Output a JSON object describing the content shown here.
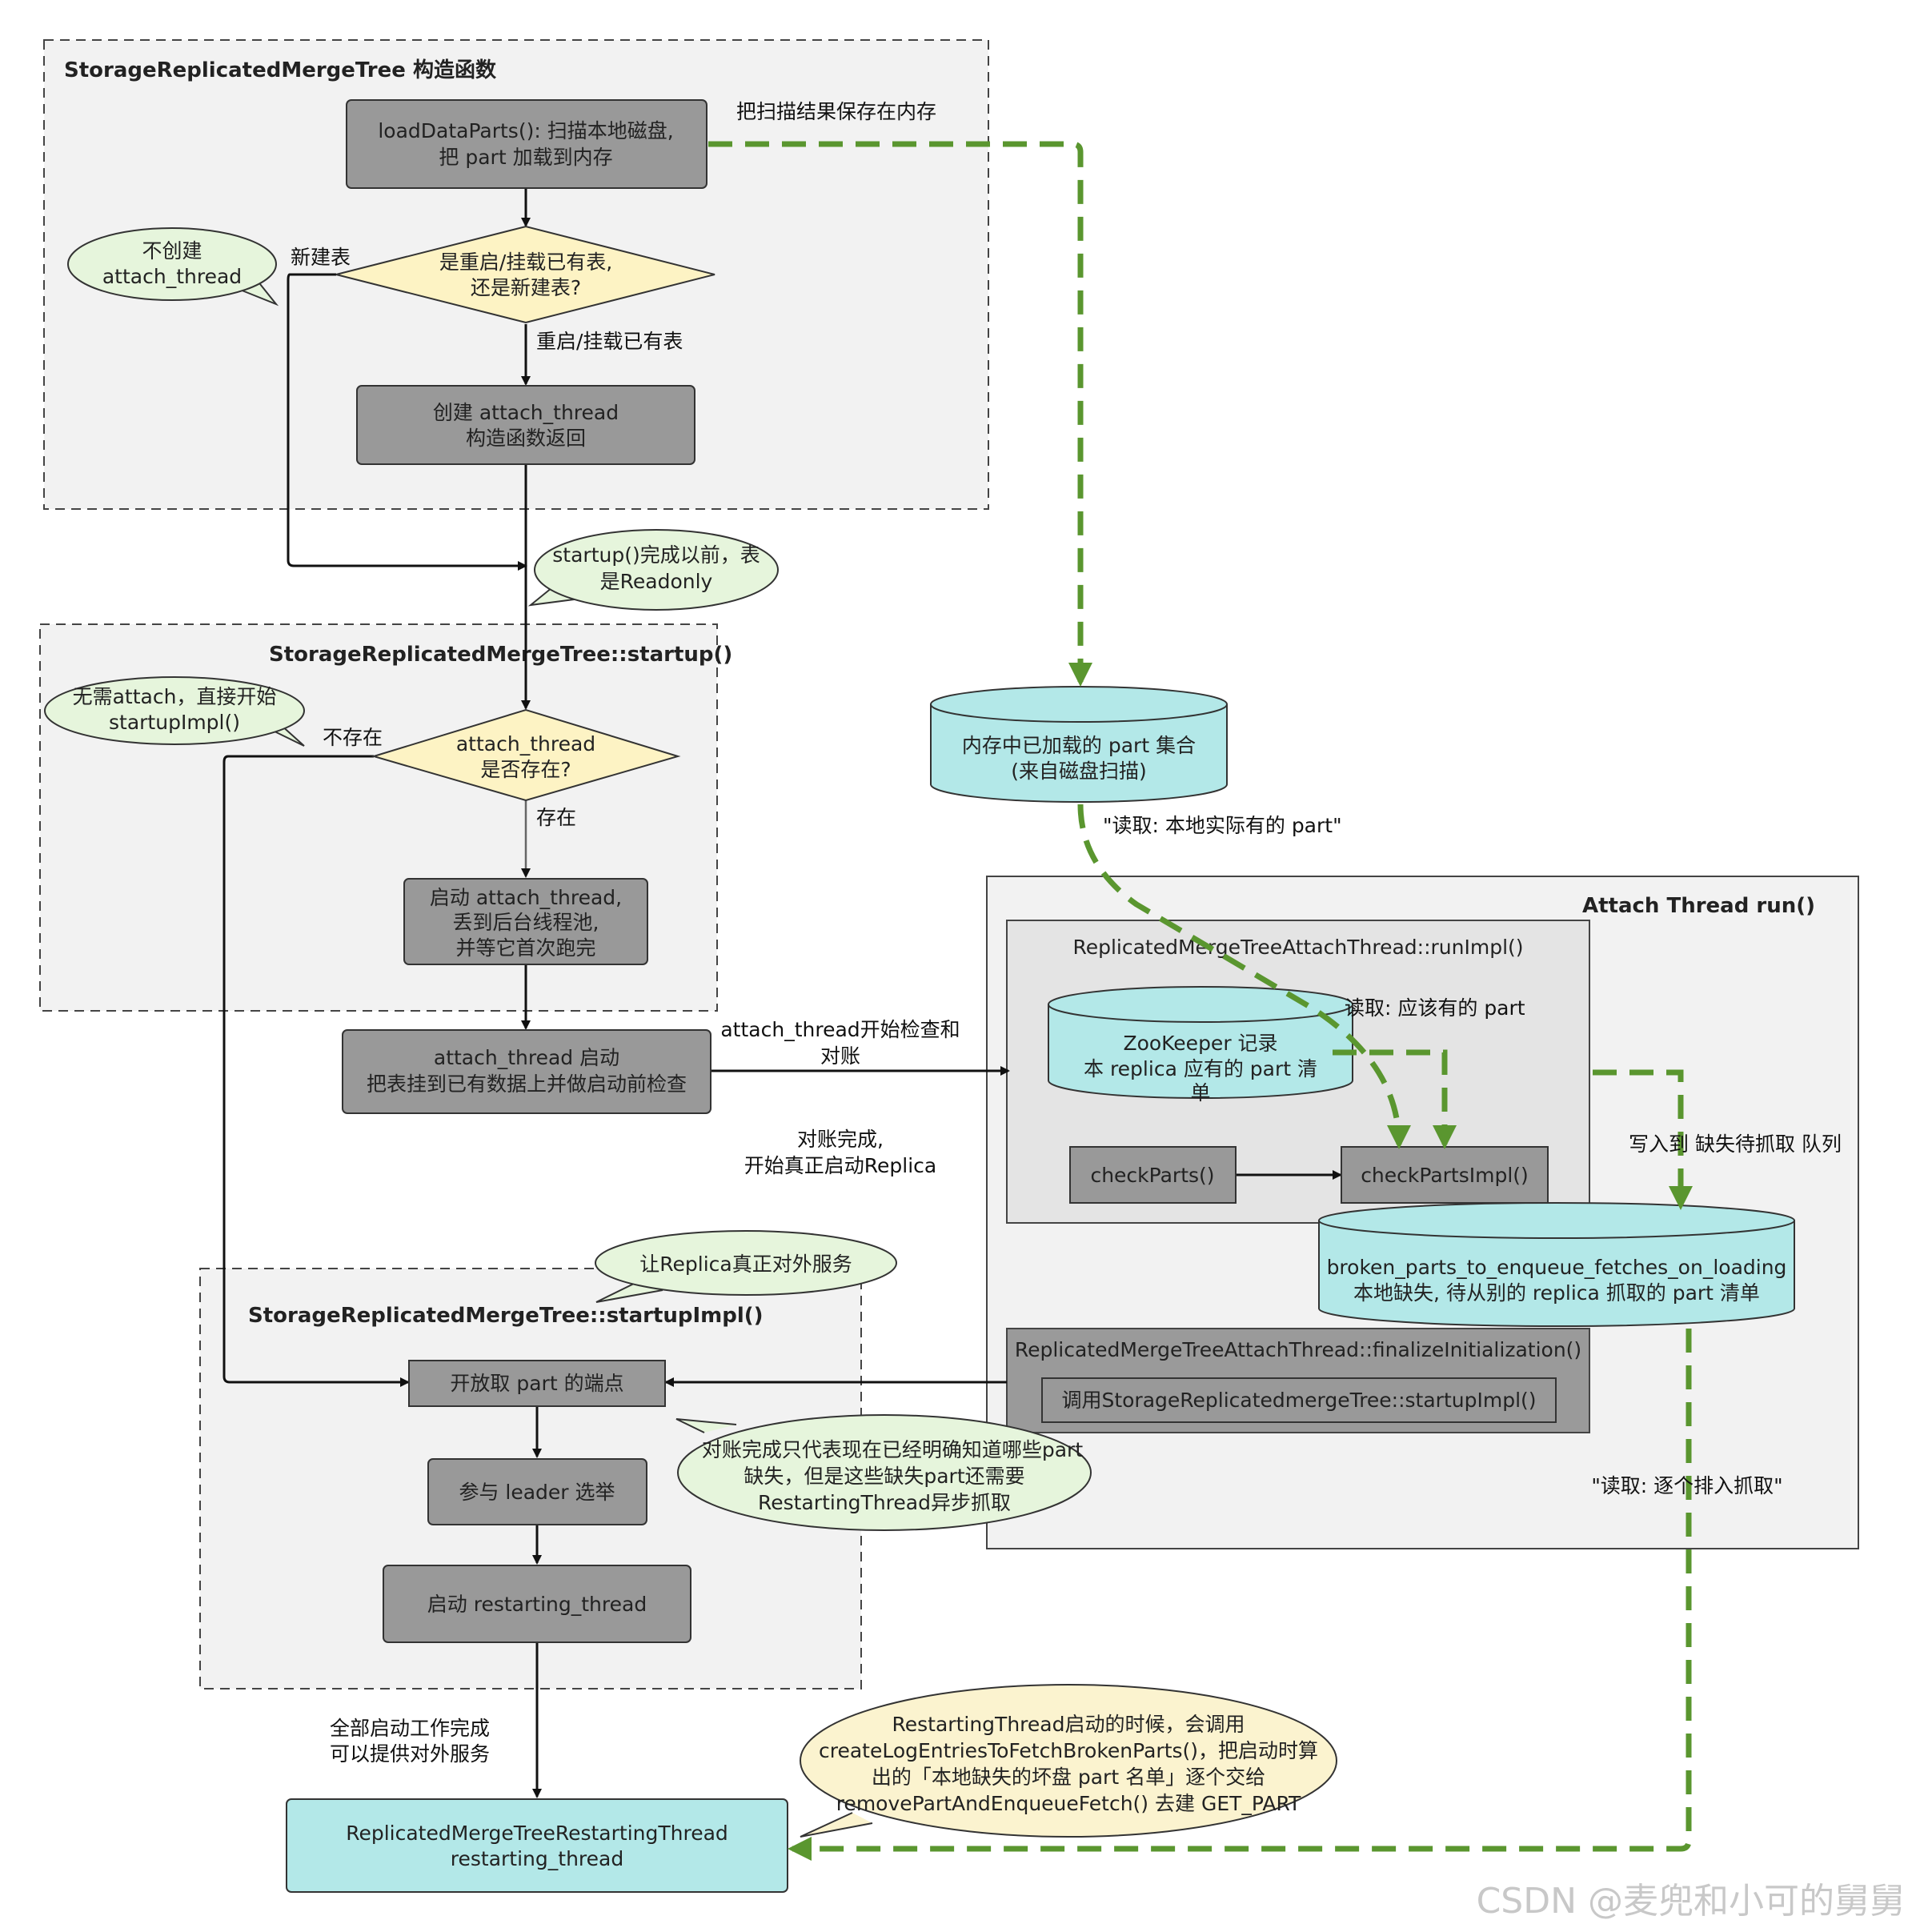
{
  "groups": {
    "ctor": "StorageReplicatedMergeTree 构造函数",
    "startup": "StorageReplicatedMergeTree::startup()",
    "startupImpl": "StorageReplicatedMergeTree::startupImpl()",
    "attachRun": "Attach Thread run()",
    "runImpl": "ReplicatedMergeTreeAttachThread::runImpl()"
  },
  "nodes": {
    "loadDataParts": [
      "loadDataParts(): 扫描本地磁盘,",
      "把 part 加载到内存"
    ],
    "isRestart": [
      "是重启/挂载已有表,",
      "还是新建表?"
    ],
    "createAttach": [
      "创建 attach_thread",
      "构造函数返回"
    ],
    "attachExists": [
      "attach_thread",
      "是否存在?"
    ],
    "startAttach": [
      "启动 attach_thread,",
      "丢到后台线程池,",
      "并等它首次跑完"
    ],
    "attachStart": [
      "attach_thread 启动",
      "把表挂到已有数据上并做启动前检查"
    ],
    "openEndpoint": [
      "开放取 part 的端点"
    ],
    "leaderElect": [
      "参与 leader 选举"
    ],
    "startRestarting": [
      "启动 restarting_thread"
    ],
    "restartingThread": [
      "ReplicatedMergeTreeRestartingThread",
      "restarting_thread"
    ],
    "memParts": [
      "内存中已加载的 part 集合",
      "(来自磁盘扫描)"
    ],
    "zookeeper": [
      "ZooKeeper 记录",
      "本 replica 应有的 part 清",
      "单"
    ],
    "checkParts": [
      "checkParts()"
    ],
    "checkPartsImpl": [
      "checkPartsImpl()"
    ],
    "brokenParts": [
      "broken_parts_to_enqueue_fetches_on_loading",
      "本地缺失, 待从别的 replica 抓取的 part 清单"
    ],
    "finalize": [
      "ReplicatedMergeTreeAttachThread::finalizeInitialization()"
    ],
    "callStartupImpl": [
      "调用StorageReplicatedmergeTree::startupImpl()"
    ]
  },
  "edge_labels": {
    "saveScan": [
      "把扫描结果保存在内存"
    ],
    "newTable": [
      "新建表"
    ],
    "restart": [
      "重启/挂载已有表"
    ],
    "notExist": [
      "不存在"
    ],
    "exist": [
      "存在"
    ],
    "attachCheck": [
      "attach_thread开始检查和",
      "对账"
    ],
    "reconciled": [
      "对账完成,",
      "开始真正启动Replica"
    ],
    "readLocal": [
      "\"读取: 本地实际有的 part\""
    ],
    "readShould": [
      "读取: 应该有的 part"
    ],
    "writeQueue": [
      "写入到 缺失待抓取 队列"
    ],
    "readEnqueue": [
      "\"读取: 逐个排入抓取\""
    ],
    "allDone": [
      "全部启动工作完成",
      "可以提供对外服务"
    ]
  },
  "bubbles": {
    "noAttach": [
      "不创建",
      "attach_thread"
    ],
    "readonly": [
      "startup()完成以前，表",
      "是Readonly"
    ],
    "noNeedAttach": [
      "无需attach，直接开始",
      "startupImpl()"
    ],
    "realService": [
      "让Replica真正对外服务"
    ],
    "reconcileNote": [
      "对账完成只代表现在已经明确知道哪些part",
      "缺失，但是这些缺失part还需要",
      "RestartingThread异步抓取"
    ],
    "restartingNote": [
      "RestartingThread启动的时候，会调用",
      "createLogEntriesToFetchBrokenParts()，把启动时算",
      "出的「本地缺失的坏盘 part 名单」逐个交给",
      "removePartAndEnqueueFetch() 去建 GET_PART"
    ]
  },
  "watermark": "CSDN @麦兜和小可的舅舅",
  "colors": {
    "process": "#999999",
    "decision": "#fdf3c4",
    "datastore": "#b3e8e8",
    "bubble": "#e6f5dc",
    "bubbleYellow": "#fbf3cf",
    "dashedFlow": "#5a962f",
    "groupFill": "#f2f2f2"
  }
}
